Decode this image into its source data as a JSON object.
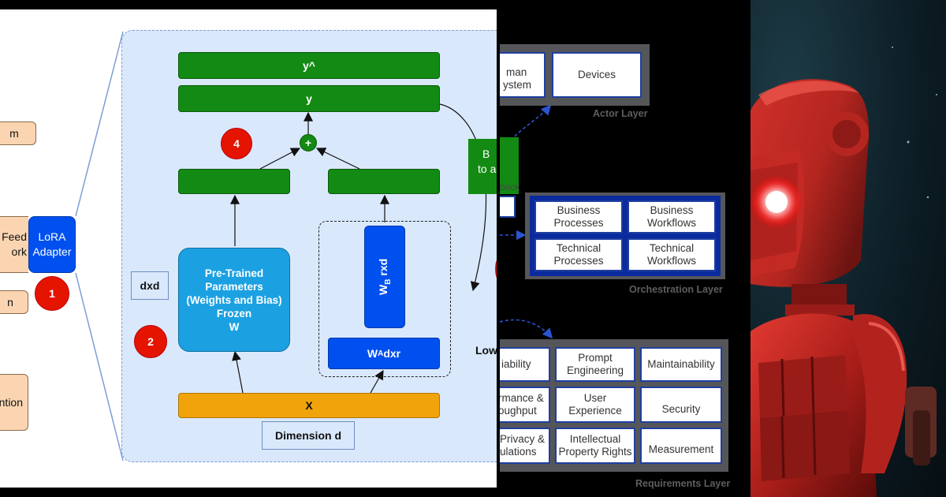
{
  "panel1": {
    "left_labels": [
      "m",
      "Feed",
      "ork",
      "n",
      "ntion"
    ],
    "adapter_label": "LoRA Adapter",
    "badge1": "1",
    "badge2": "2",
    "badge4": "4",
    "y_hat": "y^",
    "y": "y",
    "plus": "+",
    "pretrained": [
      "Pre-Trained",
      "Parameters",
      "(Weights and Bias)",
      "Frozen",
      "W"
    ],
    "dxd": "dxd",
    "wb_main": "W",
    "wb_sub": "B",
    "wb_rest": " rxd",
    "wa_main": "W",
    "wa_sub": "A",
    "wa_rest": " dxr",
    "x": "X",
    "dimension": "Dimension d",
    "right_box": [
      "B",
      "to a"
    ],
    "right_text": "Low",
    "back_text": "back"
  },
  "panel2": {
    "actor": {
      "cells": [
        [
          "man",
          "ystem"
        ],
        "Devices"
      ],
      "label": "Actor Layer"
    },
    "orchestration": {
      "cells": [
        [
          "Business",
          "Processes"
        ],
        [
          "Business",
          "Workflows"
        ],
        [
          "Technical",
          "Processes"
        ],
        [
          "Technical",
          "Workflows"
        ]
      ],
      "label": "Orchestration Layer"
    },
    "requirements": {
      "cells": [
        [
          "iability"
        ],
        [
          "Prompt",
          "Engineering"
        ],
        [
          "Maintainability"
        ],
        [
          "rmance &",
          "oughput"
        ],
        [
          "User",
          "Experience"
        ],
        [
          "Security"
        ],
        [
          "Privacy &",
          "ulations"
        ],
        [
          "Intellectual",
          "Property Rights"
        ],
        [
          "Measurement"
        ]
      ],
      "label": "Requirements Layer"
    },
    "colors": {
      "frame": "#55565a",
      "cell_border": "#1f3f9f",
      "arrow": "#2a55d0"
    }
  },
  "panel3": {
    "image": "red robot illustration"
  }
}
